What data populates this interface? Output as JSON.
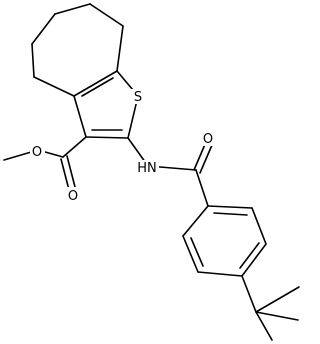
{
  "molecule": {
    "atoms": {
      "sulfur": "S",
      "amide_nh": "HN",
      "amide_oxygen": "O",
      "ester_carbonyl_oxygen": "O",
      "ester_ether_oxygen": "O"
    },
    "colors": {
      "bond": "#000000",
      "label": "#000000",
      "background": "#ffffff"
    }
  }
}
